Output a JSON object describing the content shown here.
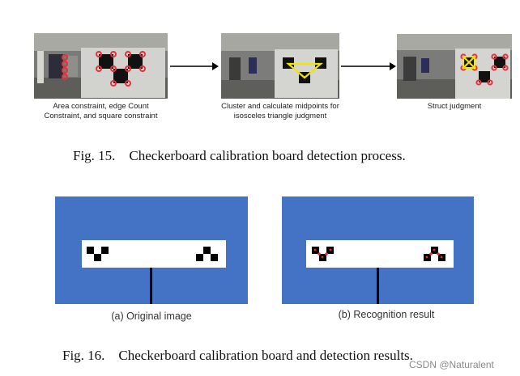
{
  "figure15": {
    "panels": [
      {
        "label_line1": "Area constraint, edge Count",
        "label_line2": "Constraint, and square constraint"
      },
      {
        "label_line1": "Cluster and calculate midpoints for",
        "label_line2": "isosceles triangle judgment"
      },
      {
        "label_line1": "Struct judgment",
        "label_line2": ""
      }
    ],
    "caption": "Fig. 15.    Checkerboard calibration board detection process."
  },
  "figure16": {
    "panel_a_label": "(a) Original image",
    "panel_b_label": "(b) Recognition result",
    "caption": "Fig. 16.    Checkerboard calibration board and detection results."
  },
  "watermark": "CSDN @Naturalent",
  "colors": {
    "panel_blue": "#4472c4",
    "marker_red": "#e8303a",
    "triangle_yellow": "#f2e600"
  }
}
